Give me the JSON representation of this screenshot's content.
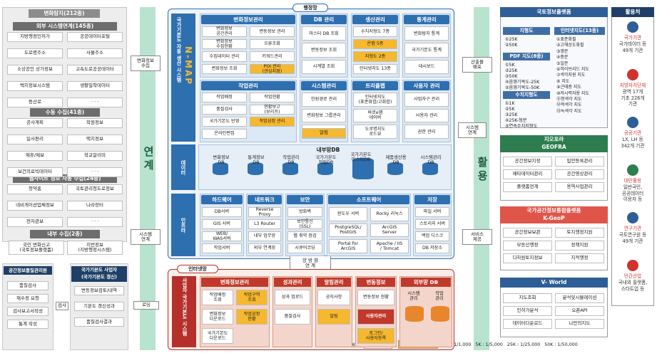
{
  "left": {
    "change_explore": {
      "title": "변화탐지(212종)"
    },
    "external_link": {
      "title": "외부 시스템연계(145종)",
      "items": [
        "지방행정인허가",
        "공공데이터포털",
        "도로명주소",
        "사물주소",
        "소상공인 상가정보",
        "고속도로공공데이터",
        "택지정보시스템",
        "생활밀착데이터",
        "등산로",
        "· · ·"
      ]
    },
    "manual": {
      "title": "수동 수집(41종)",
      "items": [
        "공사계획",
        "학원정보",
        "일사편리",
        "택지정보",
        "제휴/제보",
        "학교알리미",
        "보건의료빅데이터",
        "· · ·"
      ]
    },
    "web": {
      "title": "웹사이트 정보 자동 수집(24종)",
      "items": [
        "청약홈",
        "국토관리청도로정보",
        "네비게이션업체정보",
        "나라장터",
        "전자관보",
        "· · ·"
      ]
    },
    "internal": {
      "title": "내부 수집(2종)",
      "items": [
        "국민 변화신고\n(국토정보플랫폼)",
        "지번정보\n(지방행정시스템)"
      ]
    },
    "spatial": {
      "title": "공간정보품질관리원",
      "items": [
        "품질검사",
        "재수정 요청",
        "검사보고서작성",
        "통계 작성"
      ]
    },
    "operators": {
      "title": "국가기본도 사업자\n(국가기본도 갱신)",
      "items": [
        "변동정보검토/내역",
        "기본도 갱신성과",
        "품질검사결과"
      ]
    },
    "check_label": "검사"
  },
  "bands": {
    "left_word": "연계",
    "right_word": "활용"
  },
  "arrows": {
    "collect": "변화정보\n수집",
    "sys_link": "시스템\n연계",
    "load": "로딩",
    "mutual": "양 방 향\n연 계",
    "system_link2": "시스템\n연계",
    "deploy": "산출물\n배포",
    "service": "서비스\n제공"
  },
  "admin": {
    "tab": "행정망",
    "nmap_bar": "국가기본도 자동 생산 시스템",
    "nmap_word": "N-MAP",
    "data_bar": "데이터",
    "infra_bar": "인프라",
    "groups": [
      {
        "title": "변화정보관리",
        "items": [
          "변화정보\n공간관리",
          "변동정보 관리",
          "변화정보\n수집현황",
          "오류조회",
          "수집데이터 관리",
          "키워드관리",
          "변화정보 조회",
          "POI 관리\n(관심지점)"
        ]
      },
      {
        "title": "DB 관리",
        "items": [
          "마스터 DB 조회",
          "변동정보 조회",
          "시계열 조회"
        ]
      },
      {
        "title": "생산관리",
        "items": [
          "수치지형도 7종",
          "온맵 5종",
          "지형도 2종",
          "인터넷지도 13종"
        ]
      },
      {
        "title": "통계관리",
        "items": [
          "변화탐지 통계",
          "국가기본도 통계",
          "대시보드"
        ]
      },
      {
        "title": "작업관리",
        "items": [
          "작업배정",
          "작업현황",
          "품질검사",
          "현황보고\n(보리프)",
          "국가기본도 반영",
          "작업성정 관리",
          "온라인편집"
        ]
      },
      {
        "title": "시스템관리",
        "items": [
          "인원경로 관리",
          "변화정보 그룹관리",
          "공지사항"
        ]
      },
      {
        "title": "트리플랩",
        "items": [
          "인터넷지도\n(표준화합/고화합)",
          "바로e맵\n네이버",
          "도로명지도\n로드뷰"
        ]
      },
      {
        "title": "사용자 관리",
        "items": [
          "사업자구 관리",
          "사용자 관리",
          "권한 관리"
        ]
      },
      {
        "title": "알림",
        "items": [
          "알림"
        ]
      }
    ],
    "internal_db": {
      "title": "내부망DB",
      "items": [
        "변화정보\nDB",
        "통계정보\nDB",
        "작업관리\nDB",
        "국가기본도\n작업DB",
        "국가기본도\n마스터DB",
        "제품생산용\nDB",
        "시스템관리\nDB"
      ]
    },
    "infra": [
      {
        "title": "하드웨어",
        "items": [
          "DB서버",
          "GIS 서버",
          "WEB/\nWAS서버",
          "작업서버"
        ]
      },
      {
        "title": "네트워크",
        "items": [
          "Reverse\nProxy",
          "L3 Router",
          "내부 업무망",
          "외부 연계망"
        ]
      },
      {
        "title": "보안",
        "items": [
          "방화벽",
          "보안통신\n(SSL)",
          "웹 취약 점검",
          "시큐어코딩"
        ]
      },
      {
        "title": "소프트웨어",
        "items": [
          "윈도우 서버",
          "Rocky 리눅스",
          "PostgreSQL/\nPostGIS",
          "ArcGIS\nServer",
          "Portal for\nArcGIS",
          "Apache / IIS\n/ Tomcat"
        ]
      },
      {
        "title": "저장",
        "items": [
          "파일 서버",
          "스토리지 서버",
          "백업 디스크",
          "DB 저장소"
        ]
      }
    ]
  },
  "internet": {
    "tab": "인터넷망",
    "bar": "사업자 국가기본도 시스템",
    "groups": [
      {
        "title": "변화정보관리",
        "items": [
          "작업배정\n조회",
          "작업구역\n조회",
          "변화정보\n다운로드",
          "작업공정\n현황",
          "국가기본도\n다운로드"
        ]
      },
      {
        "title": "성과관리",
        "items": [
          "성과 업로드",
          "품질검사"
        ]
      },
      {
        "title": "알림관리",
        "items": [
          "공지사항",
          "알림"
        ]
      },
      {
        "title": "변동정보",
        "items": [
          "변동정보 현황",
          "사용자관리",
          "로그인/\n사용자등록"
        ]
      },
      {
        "title": "외부망 DB",
        "items": [
          "시스템\n관리",
          "작업\n관리"
        ]
      }
    ]
  },
  "right": {
    "platform": {
      "title": "국토정보플랫폼",
      "cols": [
        {
          "title": "지형도",
          "items": "①25K\n②50K"
        },
        {
          "title": "인터넷지도(13종)",
          "items": "①표준화필\n②고해상도화필\n③영문\n④중문\n⑤일문\n⑥하이브리드 지도\n⑦색각지원 지도\n⑧ 지도\n⑨근태층 지도\n⑩저시력자용 지도\n⑪청색각 지도\n⑫적색각 지도\n⑬녹색각 지도"
        },
        {
          "title": "PDF 지도(8종)",
          "items": "①5K\n②25K\n③50K\n④음영기복도-25K\n⑤음영기복도-50K"
        },
        {
          "title": "수치지형도",
          "items": "①1K\n②5K\n③25K\n④25K-형분\n⑤연속수치지형도"
        }
      ]
    },
    "geofra": {
      "title": "지오포라\nGEOFRA",
      "items": [
        "공간정보지정",
        "입안등록관리",
        "메타데이터관리",
        "공간영상관리",
        "플랫폼연계",
        "용역사업관리"
      ]
    },
    "kgeop": {
      "title": "국가공간정보통합플랫폼\nK-GeoP",
      "items": [
        "공간정보보관",
        "토지행정지원",
        "부동산행정",
        "정책지원",
        "다차원토지정보",
        "지적행정"
      ]
    },
    "vworld": {
      "title": "V- World",
      "items": [
        "지도조회",
        "분석및시뮬레이션",
        "인허가분석",
        "오픈API",
        "데이터다운로드",
        "나만의지도"
      ]
    },
    "usage": {
      "title": "활용처",
      "agencies": [
        {
          "name": "국가기관",
          "desc": "국가데이터 등\n49개 기관"
        },
        {
          "name": "지방자치단체",
          "desc": "광역 17개\n기초 226개\n기관"
        },
        {
          "name": "공공기관",
          "desc": "LX, LH 등\n342개 기관"
        },
        {
          "name": "대민활용",
          "desc": "일반국민,\n공공데이터\n이용자 등"
        },
        {
          "name": "연구기관",
          "desc": "국토연구원 등\n49개 기관"
        },
        {
          "name": "민간산업",
          "desc": "국내외 플랫폼,\n스타트업 등"
        }
      ]
    }
  },
  "legend": {
    "label": "범례",
    "c1": "1차, 2차",
    "c2": "3차",
    "scales": "1K : 1/1,000   5K : 1/5,000   25K : 1/25,000   50K : 1/50,000"
  },
  "colors": {
    "primary": "#2e6fb0",
    "yellow": "#f5b82e",
    "green_band": "#b8e3cf",
    "grey_header": "#7f7f7f"
  }
}
